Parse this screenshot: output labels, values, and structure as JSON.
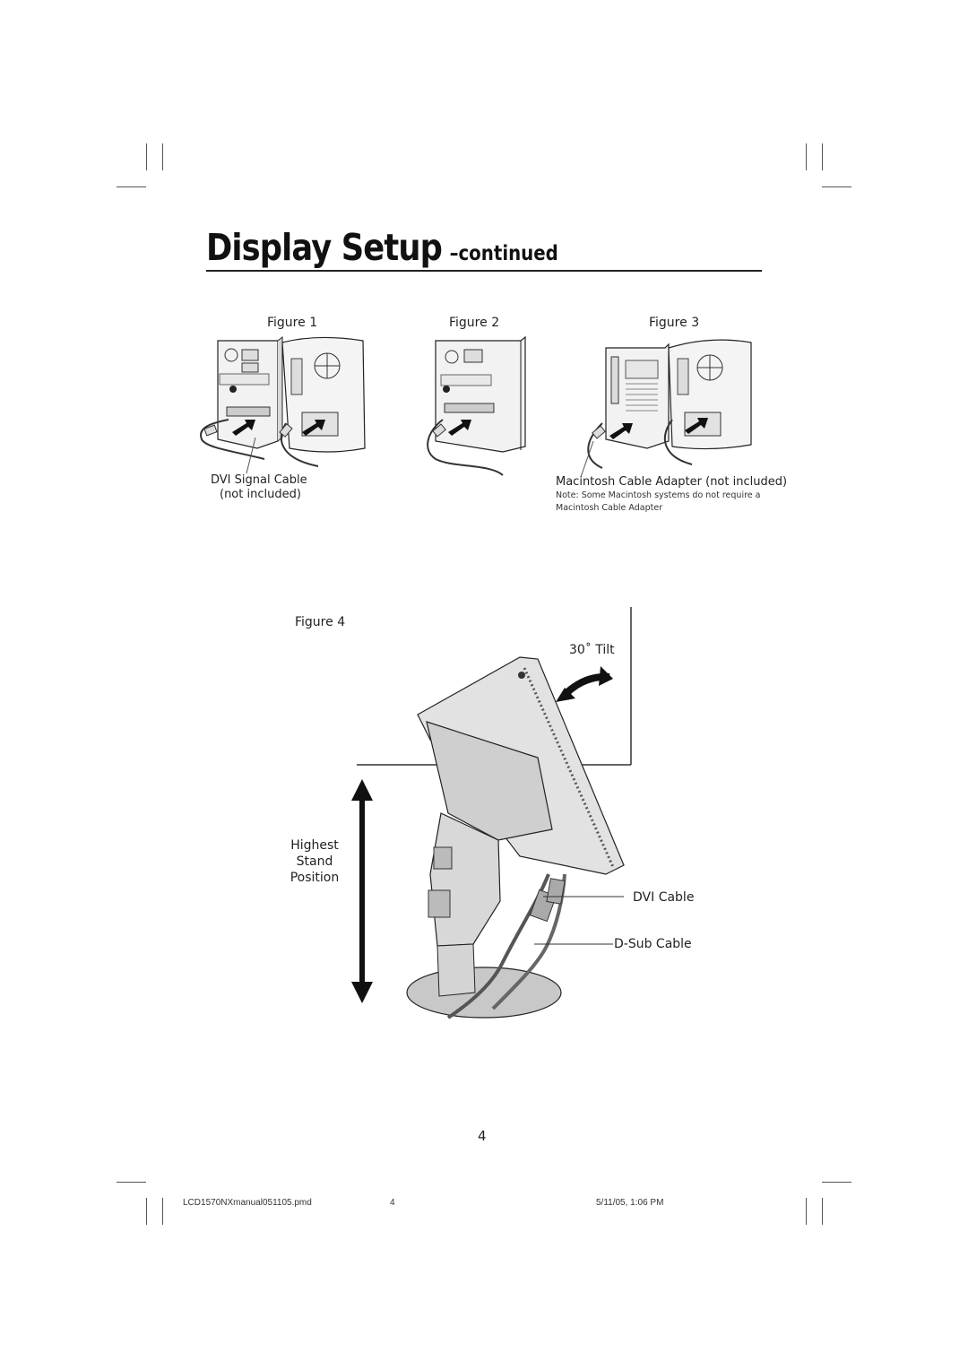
{
  "page": {
    "title": "Display Setup",
    "title_suffix": "–continued"
  },
  "figures": {
    "figure1": {
      "label": "Figure 1",
      "caption_line1": "DVI Signal Cable",
      "caption_line2": "(not included)"
    },
    "figure2": {
      "label": "Figure 2"
    },
    "figure3": {
      "label": "Figure 3",
      "caption": "Macintosh Cable Adapter (not included)",
      "note_line1": "Note: Some Macintosh systems do not require a",
      "note_line2": "Macintosh Cable Adapter"
    },
    "figure4": {
      "label": "Figure 4",
      "tilt_label": "30˚ Tilt",
      "stand_line1": "Highest",
      "stand_line2": "Stand",
      "stand_line3": "Position",
      "dvi_label": "DVI Cable",
      "dsub_label": "D-Sub Cable"
    }
  },
  "page_number": "4",
  "footer": {
    "file": "LCD1570NXmanual051105.pmd",
    "page": "4",
    "timestamp": "5/11/05, 1:06 PM"
  }
}
